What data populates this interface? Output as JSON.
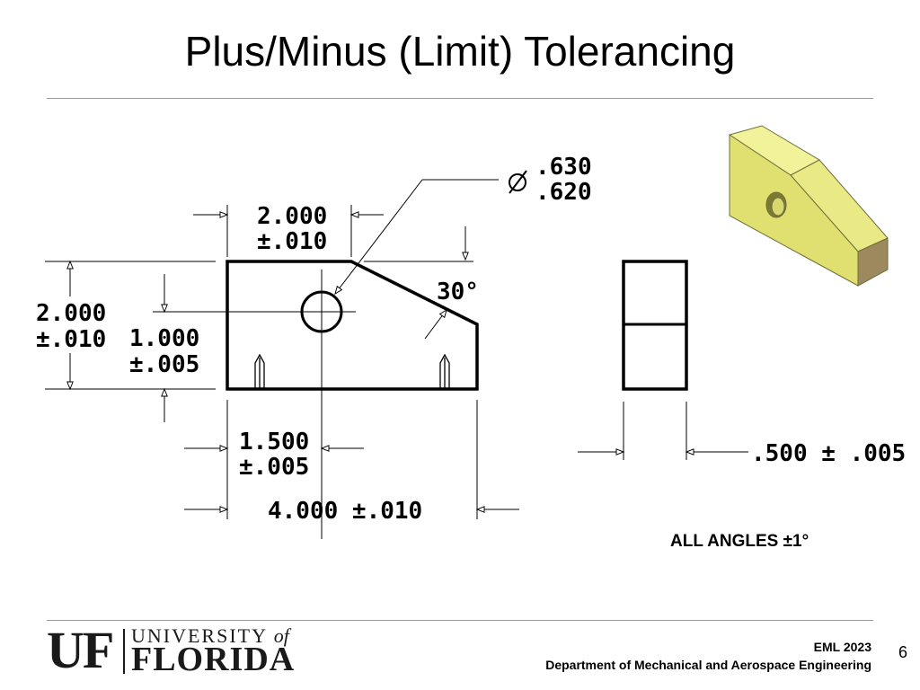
{
  "slide": {
    "title": "Plus/Minus (Limit) Tolerancing",
    "page_number": "6"
  },
  "drawing": {
    "hole_upper": ".630",
    "hole_lower": ".620",
    "top_width": "2.000",
    "top_width_tol": "±.010",
    "angle": "30°",
    "height": "2.000",
    "height_tol": "±.010",
    "hole_height": "1.000",
    "hole_height_tol": "±.005",
    "hole_offset": "1.500",
    "hole_offset_tol": "±.005",
    "overall_length": "4.000 ±.010",
    "thickness": ".500 ± .005",
    "angles_note": "ALL ANGLES ±1°"
  },
  "footer": {
    "logo_uf": "UF",
    "logo_university": "UNIVERSITY",
    "logo_of": "of",
    "logo_florida": "FLORIDA",
    "course": "EML 2023",
    "department": "Department of Mechanical and Aerospace Engineering"
  },
  "colors": {
    "part_face": "#e6e67a",
    "part_top": "#f2f29a",
    "part_side": "#c8c85a",
    "part_end": "#9c8a5e"
  }
}
